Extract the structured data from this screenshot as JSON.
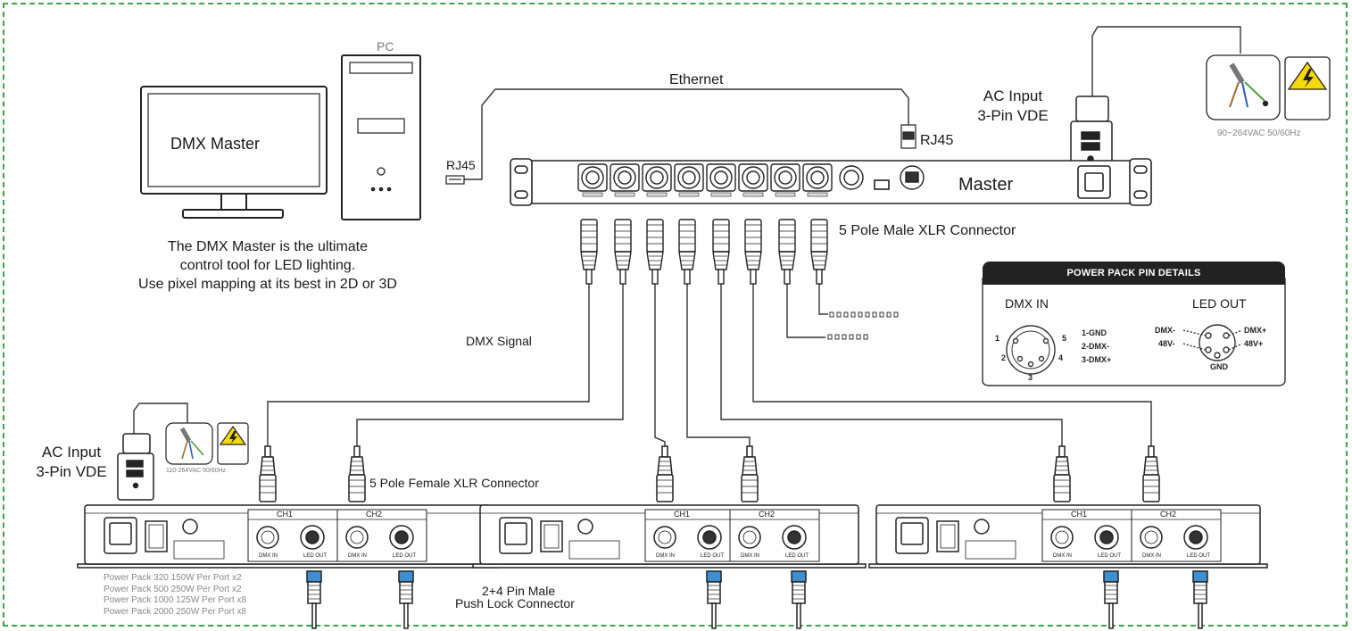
{
  "labels": {
    "pc": "PC",
    "dmx_master_screen": "DMX Master",
    "ethernet": "Ethernet",
    "rj45_left": "RJ45",
    "rj45_right": "RJ45",
    "ac_input_top_line1": "AC Input",
    "ac_input_top_line2": "3-Pin VDE",
    "voltage_top": "90~264VAC 50/60Hz",
    "master": "Master",
    "xlr_male": "5 Pole Male XLR Connector",
    "description_line1": "The DMX Master is the ultimate",
    "description_line2": "control tool for LED lighting.",
    "description_line3": "Use pixel mapping at its best in 2D or 3D",
    "dmx_signal": "DMX Signal",
    "ac_input_bottom_line1": "AC Input",
    "ac_input_bottom_line2": "3-Pin VDE",
    "voltage_bottom": "110-264VAC 50/60Hz",
    "xlr_female": "5 Pole Female XLR Connector",
    "push_lock_line1": "2+4 Pin Male",
    "push_lock_line2": "Push Lock Connector"
  },
  "power_packs": [
    "Power Pack 320 150W Per Port x2",
    "Power Pack 500 250W Per Port x2",
    "Power Pack 1000 125W Per Port x8",
    "Power Pack 2000 250W Per Port x8"
  ],
  "pin_details": {
    "title": "POWER PACK PIN DETAILS",
    "dmx_in_heading": "DMX IN",
    "led_out_heading": "LED OUT",
    "dmx_in_pins": [
      "1-GND",
      "2-DMX-",
      "3-DMX+"
    ],
    "led_out_pins": {
      "dmx_minus": "DMX-",
      "v48_minus": "48V-",
      "dmx_plus": "DMX+",
      "v48_plus": "48V+",
      "gnd": "GND"
    },
    "dmx_in_numbers": [
      "1",
      "2",
      "3",
      "4",
      "5"
    ]
  },
  "units": {
    "ch1": "CH1",
    "ch2": "CH2",
    "dmx_in": "DMX IN",
    "led_out": "LED OUT"
  },
  "colors": {
    "frame": "#3fa34a",
    "push_lock_accent": "#3d8fd1",
    "warning_yellow": "#f5d90a"
  }
}
